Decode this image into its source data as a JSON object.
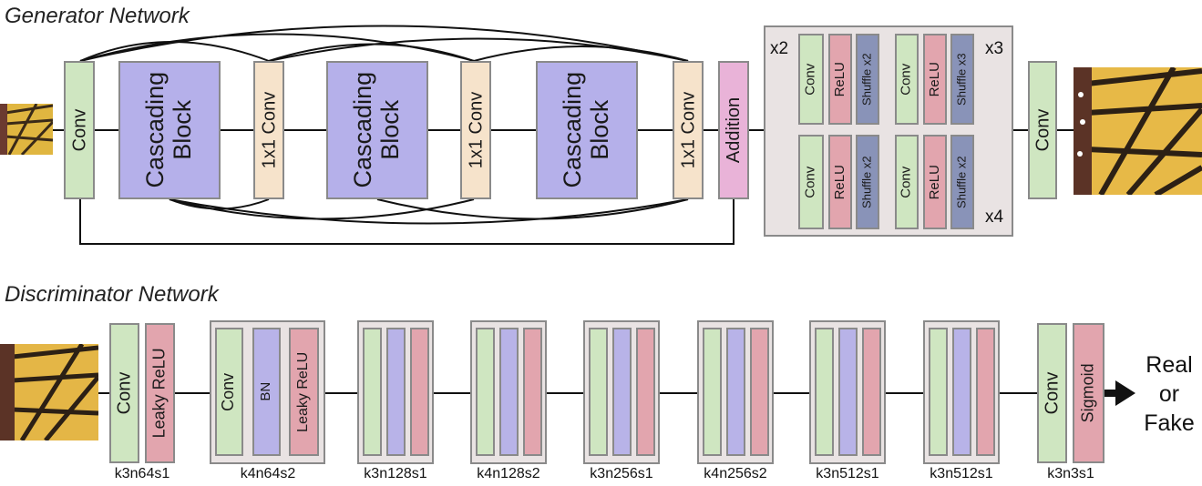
{
  "generator": {
    "title": "Generator Network",
    "conv_in": "Conv",
    "cascading": [
      "Cascading\nBlock",
      "Cascading\nBlock",
      "Cascading\nBlock"
    ],
    "onex": [
      "1x1 Conv",
      "1x1 Conv",
      "1x1 Conv"
    ],
    "addition": "Addition",
    "upsample_top": {
      "mult_left": "x2",
      "mult_right": "x3",
      "conv": "Conv",
      "relu": "ReLU",
      "shuffle_a": "Shuffle x2",
      "shuffle_b": "Shuffle x3"
    },
    "upsample_bottom": {
      "mult": "x4",
      "conv": "Conv",
      "relu": "ReLU",
      "shuffle": "Shuffle x2"
    },
    "conv_out": "Conv"
  },
  "discriminator": {
    "title": "Discriminator Network",
    "first": {
      "conv": "Conv",
      "act": "Leaky ReLU",
      "caption": "k3n64s1"
    },
    "second": {
      "conv": "Conv",
      "bn": "BN",
      "act": "Leaky ReLU",
      "caption": "k4n64s2"
    },
    "captions": [
      "k3n128s1",
      "k4n128s2",
      "k3n256s1",
      "k4n256s2",
      "k3n512s1",
      "k3n512s1"
    ],
    "last": {
      "conv": "Conv",
      "act": "Sigmoid",
      "caption": "k3n3s1"
    },
    "output": "Real\nor\nFake"
  },
  "colors": {
    "conv": "#cfe6c1",
    "relu": "#e2a5ae",
    "shuffle": "#8993b8",
    "bn": "#b8b3e8",
    "cascading": "#b5b0ea",
    "onex": "#f6e3cb",
    "addition": "#e9b3d8"
  }
}
